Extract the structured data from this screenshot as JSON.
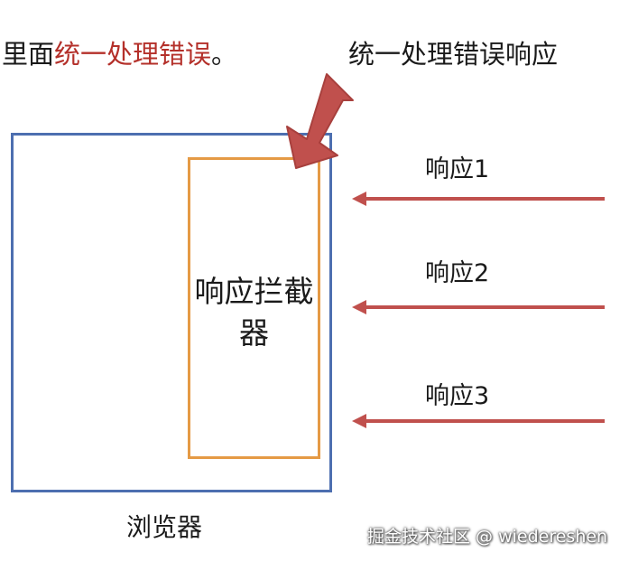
{
  "top_text": {
    "prefix": "里面",
    "highlight": "统一处理错误",
    "suffix": "。"
  },
  "callout_label": "统一处理错误响应",
  "interceptor_label": "响应拦截器",
  "browser_label": "浏览器",
  "responses": [
    {
      "label": "响应1"
    },
    {
      "label": "响应2"
    },
    {
      "label": "响应3"
    }
  ],
  "watermark": "掘金技术社区 @ wiedereshen",
  "colors": {
    "browser_border": "#4d6fb0",
    "interceptor_border": "#e59a45",
    "arrow": "#c0504d",
    "highlight_text": "#b4302a"
  }
}
